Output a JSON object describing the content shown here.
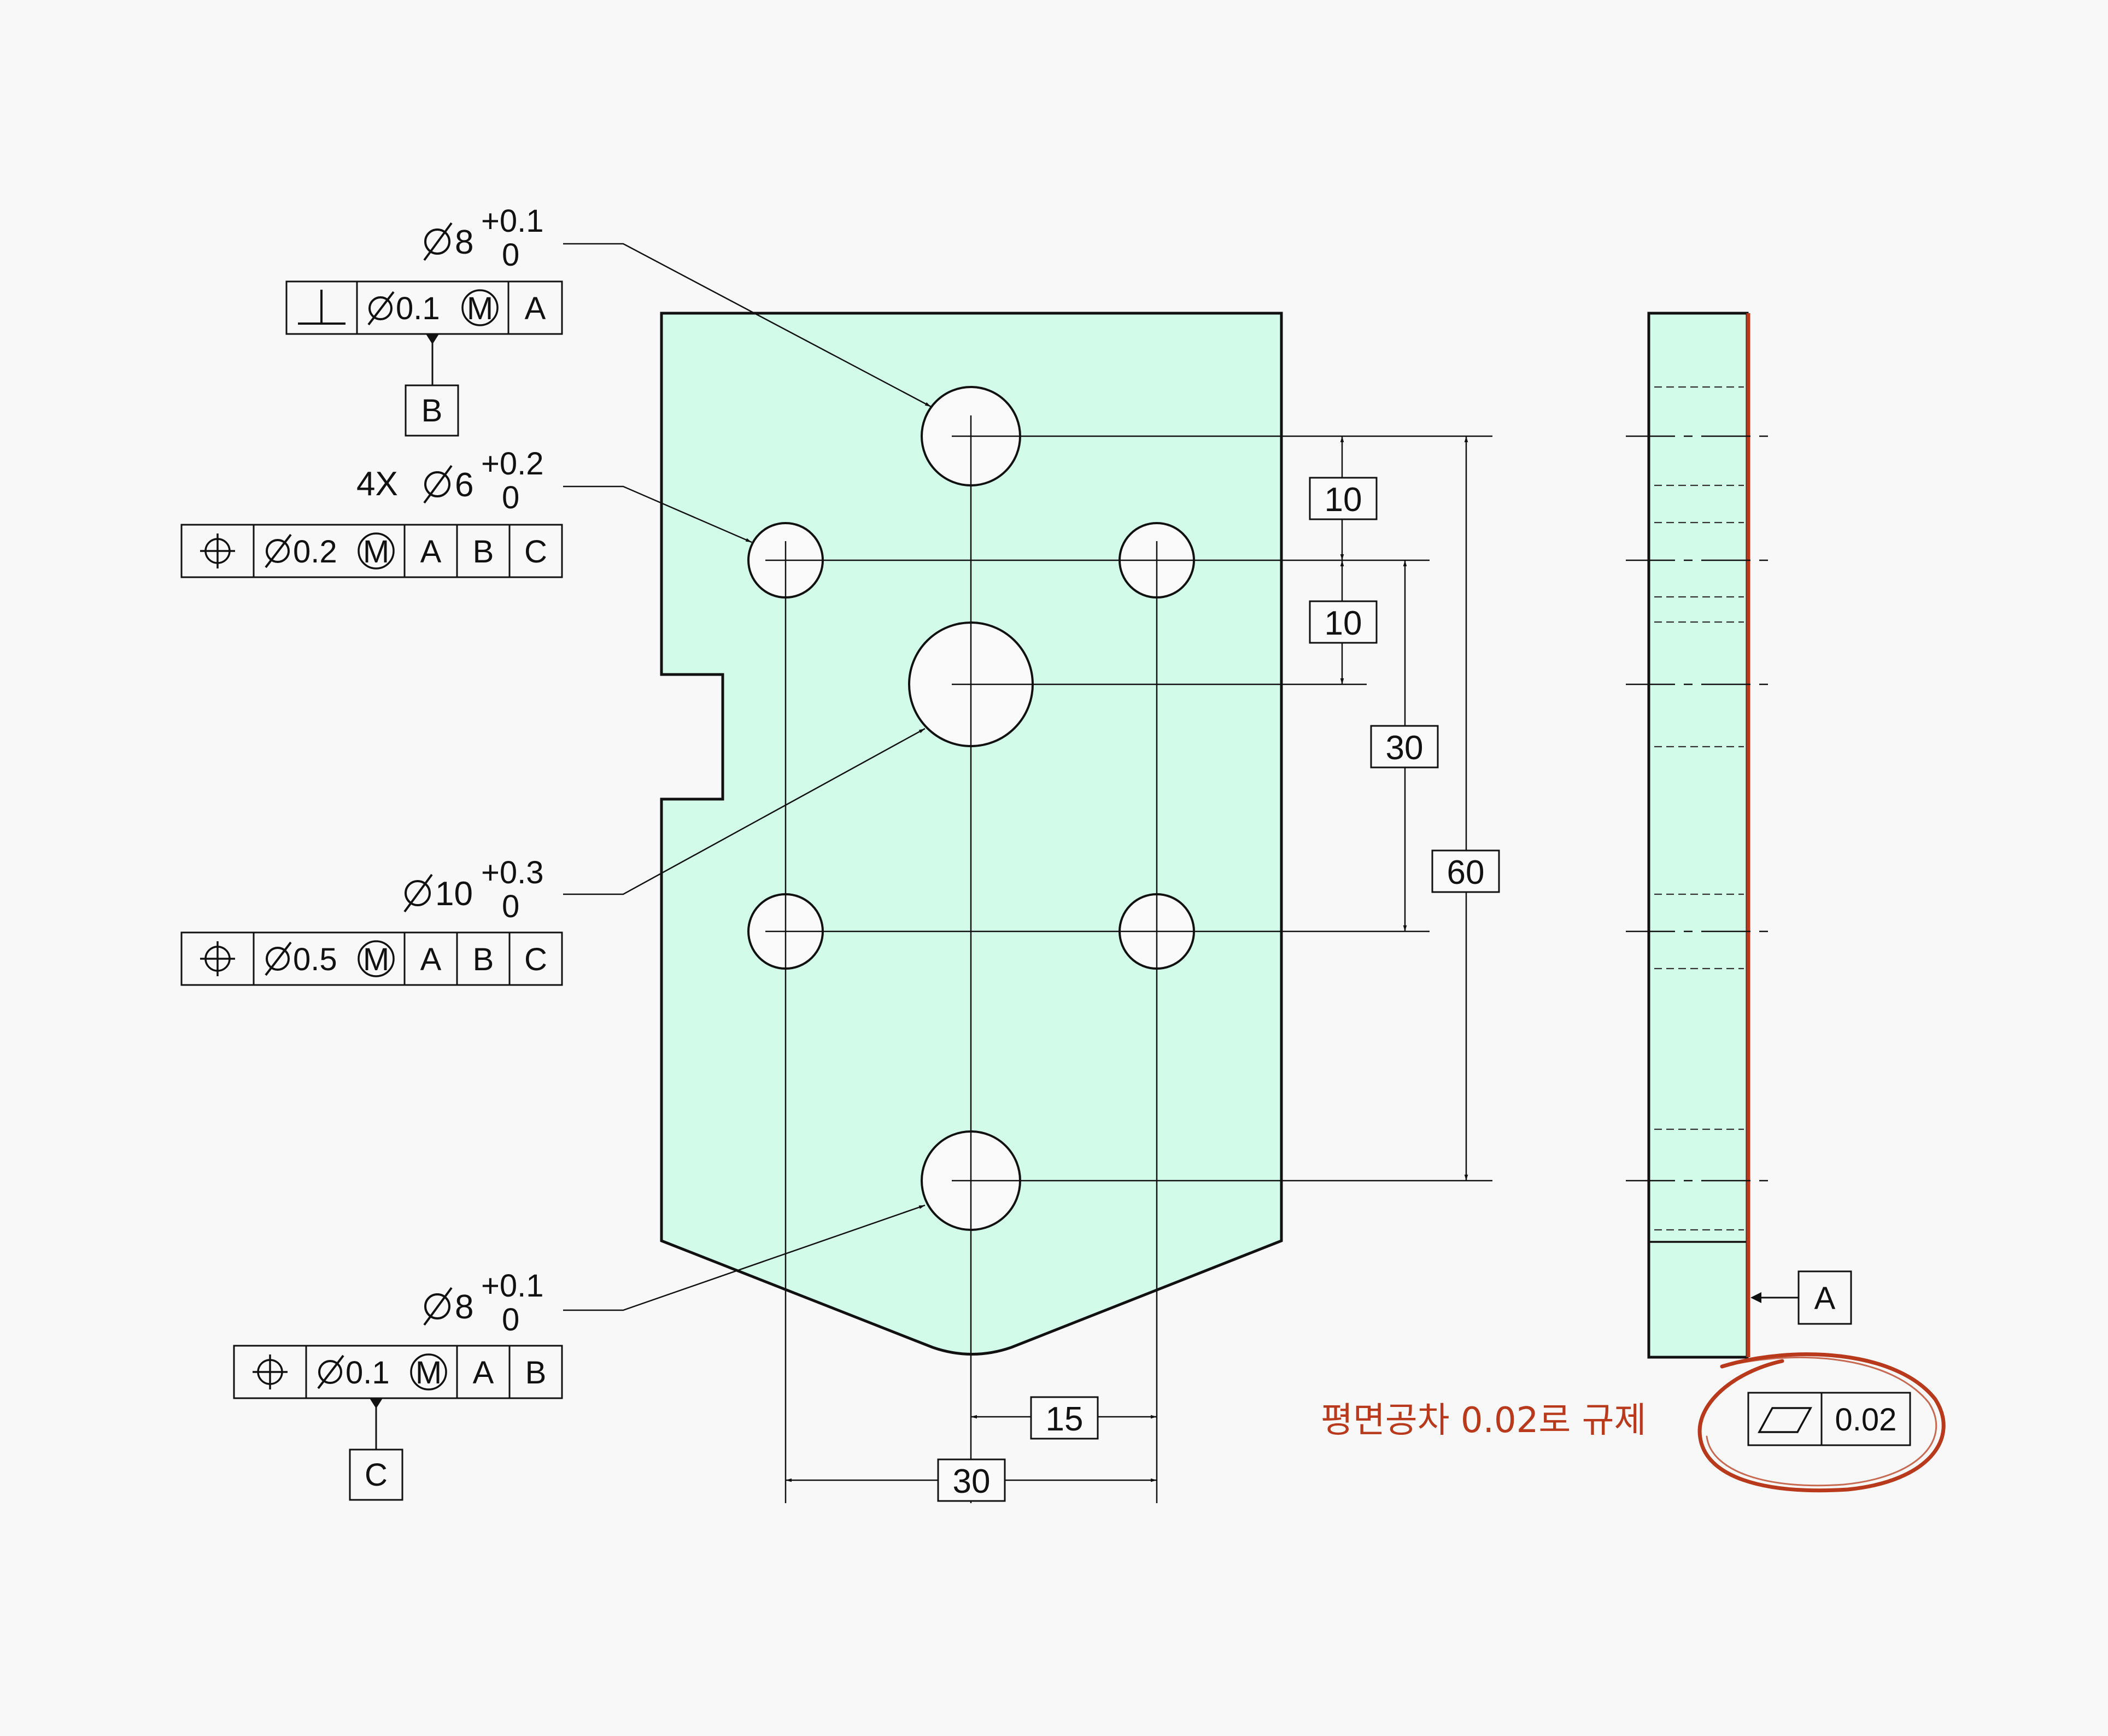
{
  "colors": {
    "part_fill": "#d2fbe9",
    "line": "#111111",
    "accent": "#b8391b",
    "background": "#f8f8f8"
  },
  "callouts": {
    "top_hole": {
      "diameter": "8",
      "tol_upper": "+0.1",
      "tol_lower": "0"
    },
    "small_holes": {
      "count": "4X",
      "diameter": "6",
      "tol_upper": "+0.2",
      "tol_lower": "0"
    },
    "center_hole": {
      "diameter": "10",
      "tol_upper": "+0.3",
      "tol_lower": "0"
    },
    "bottom_hole": {
      "diameter": "8",
      "tol_upper": "+0.1",
      "tol_lower": "0"
    }
  },
  "fcf": {
    "top_hole": {
      "symbol": "perpendicularity-icon",
      "tolerance": "0.1",
      "modifier": "M",
      "datum1": "A"
    },
    "small_holes": {
      "symbol": "position-icon",
      "tolerance": "0.2",
      "modifier": "M",
      "datum1": "A",
      "datum2": "B",
      "datum3": "C"
    },
    "center_hole": {
      "symbol": "position-icon",
      "tolerance": "0.5",
      "modifier": "M",
      "datum1": "A",
      "datum2": "B",
      "datum3": "C"
    },
    "bottom_hole": {
      "symbol": "position-icon",
      "tolerance": "0.1",
      "modifier": "M",
      "datum1": "A",
      "datum2": "B"
    },
    "flatness": {
      "symbol": "flatness-icon",
      "tolerance": "0.02"
    }
  },
  "datums": {
    "b": "B",
    "c": "C",
    "a": "A"
  },
  "dimensions": {
    "v_top_10": "10",
    "v_mid_10": "10",
    "v_30": "30",
    "v_60": "60",
    "h_15": "15",
    "h_30": "30"
  },
  "note": "평면공차 0.02로 규제"
}
